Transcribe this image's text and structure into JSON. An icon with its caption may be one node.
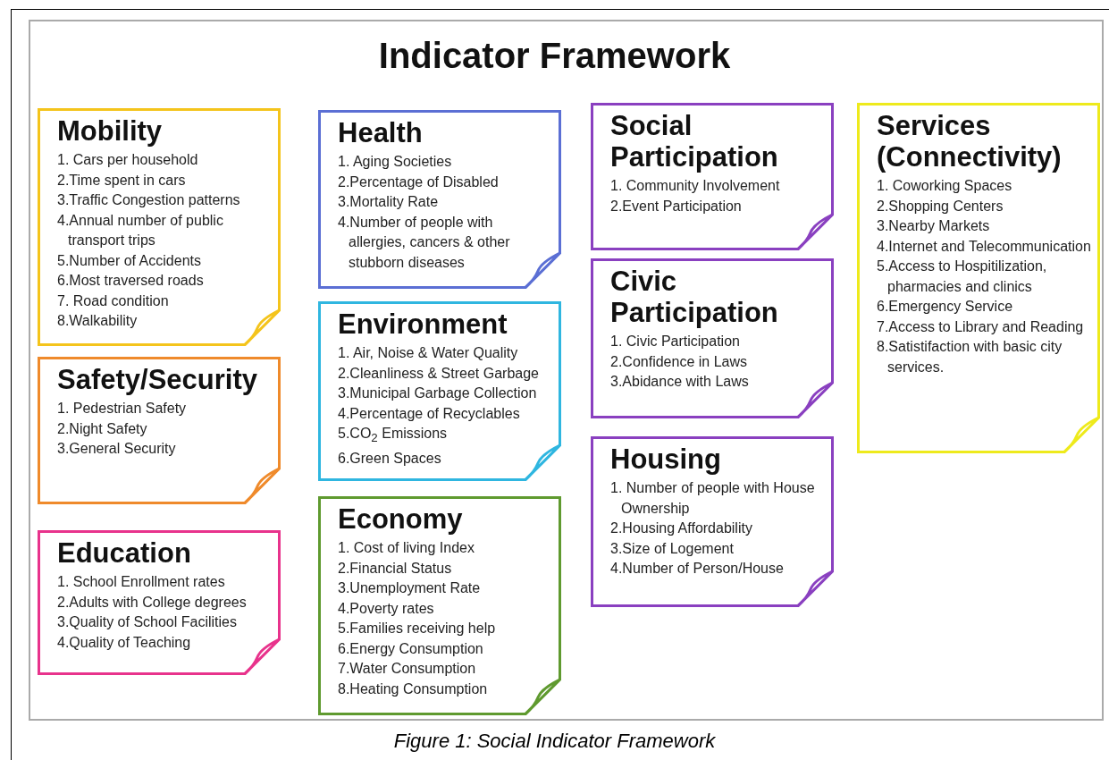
{
  "diagram": {
    "title": "Indicator Framework",
    "caption": "Figure 1: Social Indicator Framework",
    "nodes": [
      {
        "text": [
          "Mobility",
          "1. Cars per household",
          "2.Time spent in cars",
          "3.Traffic Congestion patterns",
          "4.Annual number of public transport trips",
          "5.Number of Accidents",
          "6.Most traversed roads",
          "7. Road condition",
          "8.Walkability"
        ]
      },
      {
        "text": [
          "Safety/Security",
          "1. Pedestrian Safety",
          "2.Night Safety",
          "3.General Security"
        ]
      },
      {
        "text": [
          "Education",
          "1. School Enrollment rates",
          "2.Adults with College degrees",
          "3.Quality of School Facilities",
          "4.Quality of Teaching"
        ]
      },
      {
        "text": [
          "Health",
          "1. Aging Societies",
          "2.Percentage of Disabled",
          "3.Mortality Rate",
          "4.Number of people with allergies, cancers & other stubborn diseases"
        ]
      },
      {
        "text": [
          "Environment",
          "1. Air, Noise & Water Quality",
          "2.Cleanliness & Street Garbage",
          "3.Municipal Garbage Collection",
          "4.Percentage of Recyclables",
          "5.CO$_{2}$ Emissions",
          "6.Green Spaces"
        ]
      },
      {
        "text": [
          "Economy",
          "1. Cost of living Index",
          "2.Financial Status",
          "3.Unemployment Rate",
          "4.Poverty rates",
          "5.Families receiving help",
          "6.Energy Consumption",
          "7.Water Consumption",
          "8.Heating Consumption"
        ]
      },
      {
        "text": [
          "Social Participation",
          "1. Community Involvement",
          "2.Event Participation"
        ]
      },
      {
        "text": [
          "Civic Participation",
          "1. Civic Participation",
          "2.Confidence in Laws",
          "3.Abidance with Laws"
        ]
      },
      {
        "text": [
          "Housing",
          "1. Number of people with House Ownership",
          "2.Housing Affordability",
          "3.Size of Logement",
          "4.Number of Person/House"
        ]
      },
      {
        "text": [
          "Services (Connectivity)",
          "1. Coworking Spaces",
          "2.Shopping Centers",
          "3.Nearby Markets",
          "4.Internet and Telecommunication",
          "5.Access to Hospitilization, pharmacies and clinics",
          "6.Emergency Service",
          "7.Access to Library and Reading",
          "8.Satistifaction with basic city services."
        ]
      }
    ],
    "edges": []
  }
}
